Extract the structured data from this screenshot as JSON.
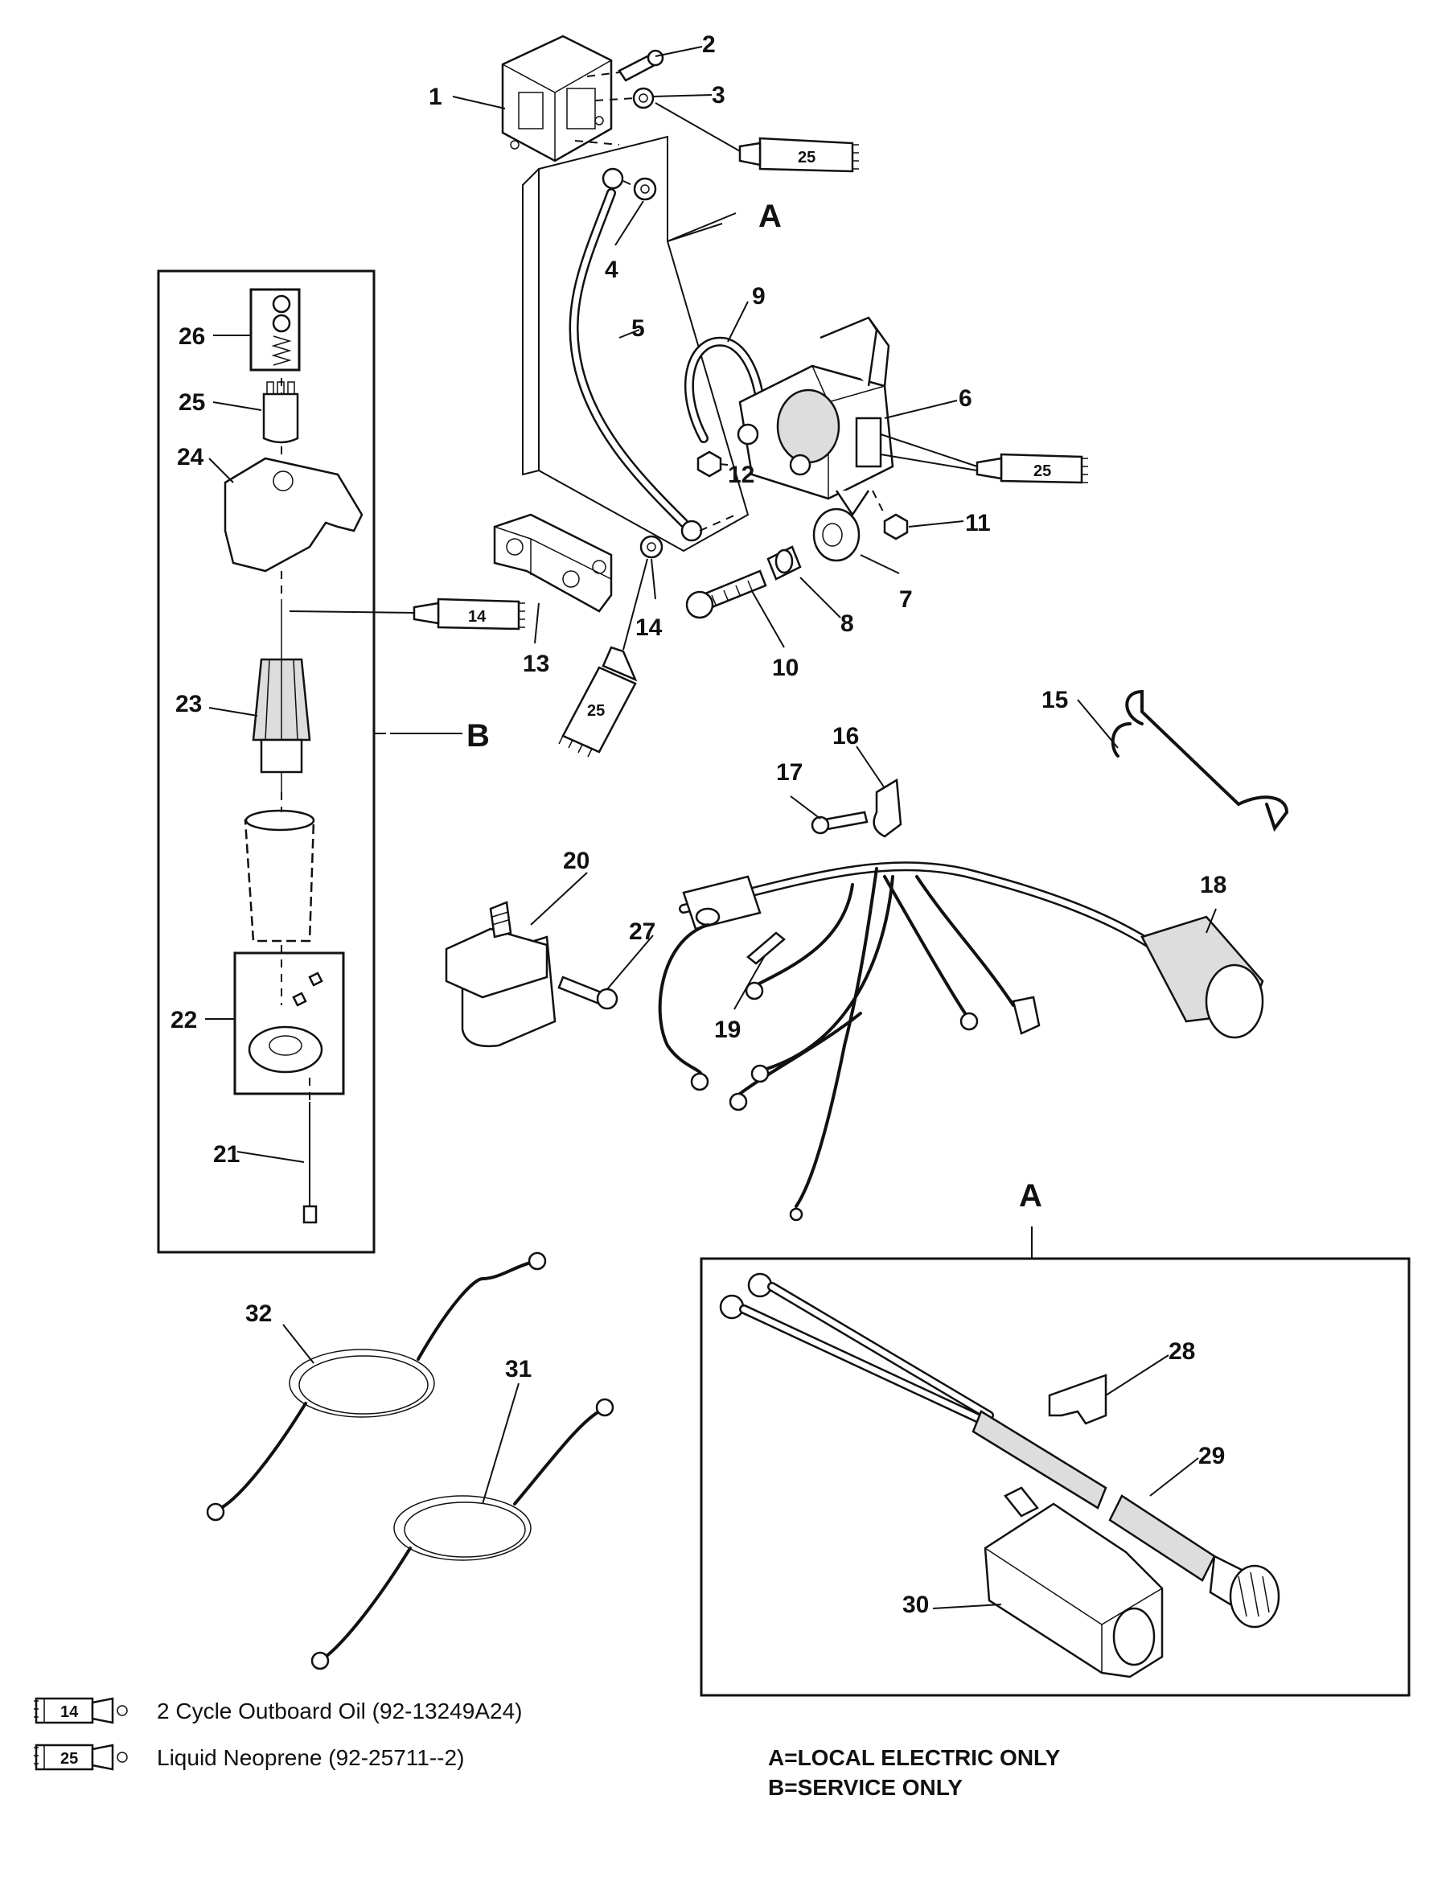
{
  "callouts": [
    {
      "id": "1",
      "label": "1"
    },
    {
      "id": "2",
      "label": "2"
    },
    {
      "id": "3",
      "label": "3"
    },
    {
      "id": "4",
      "label": "4"
    },
    {
      "id": "5",
      "label": "5"
    },
    {
      "id": "6",
      "label": "6"
    },
    {
      "id": "7",
      "label": "7"
    },
    {
      "id": "8",
      "label": "8"
    },
    {
      "id": "9",
      "label": "9"
    },
    {
      "id": "10",
      "label": "10"
    },
    {
      "id": "11",
      "label": "11"
    },
    {
      "id": "12",
      "label": "12"
    },
    {
      "id": "13",
      "label": "13"
    },
    {
      "id": "14",
      "label": "14"
    },
    {
      "id": "15",
      "label": "15"
    },
    {
      "id": "16",
      "label": "16"
    },
    {
      "id": "17",
      "label": "17"
    },
    {
      "id": "18",
      "label": "18"
    },
    {
      "id": "19",
      "label": "19"
    },
    {
      "id": "20",
      "label": "20"
    },
    {
      "id": "21",
      "label": "21"
    },
    {
      "id": "22",
      "label": "22"
    },
    {
      "id": "23",
      "label": "23"
    },
    {
      "id": "24",
      "label": "24"
    },
    {
      "id": "25",
      "label": "25"
    },
    {
      "id": "26",
      "label": "26"
    },
    {
      "id": "27",
      "label": "27"
    },
    {
      "id": "28",
      "label": "28"
    },
    {
      "id": "29",
      "label": "29"
    },
    {
      "id": "30",
      "label": "30"
    },
    {
      "id": "31",
      "label": "31"
    },
    {
      "id": "32",
      "label": "32"
    }
  ],
  "group_labels": {
    "a_top": "A",
    "b_side": "B",
    "a_box": "A"
  },
  "tubes": {
    "t25_top": "25",
    "t25_right": "25",
    "t14": "14",
    "t25_low": "25"
  },
  "legend": [
    {
      "tube": "14",
      "text": "2 Cycle Outboard Oil (92-13249A24)"
    },
    {
      "tube": "25",
      "text": "Liquid Neoprene (92-25711--2)"
    }
  ],
  "notes": [
    "A=LOCAL ELECTRIC ONLY",
    "B=SERVICE ONLY"
  ]
}
